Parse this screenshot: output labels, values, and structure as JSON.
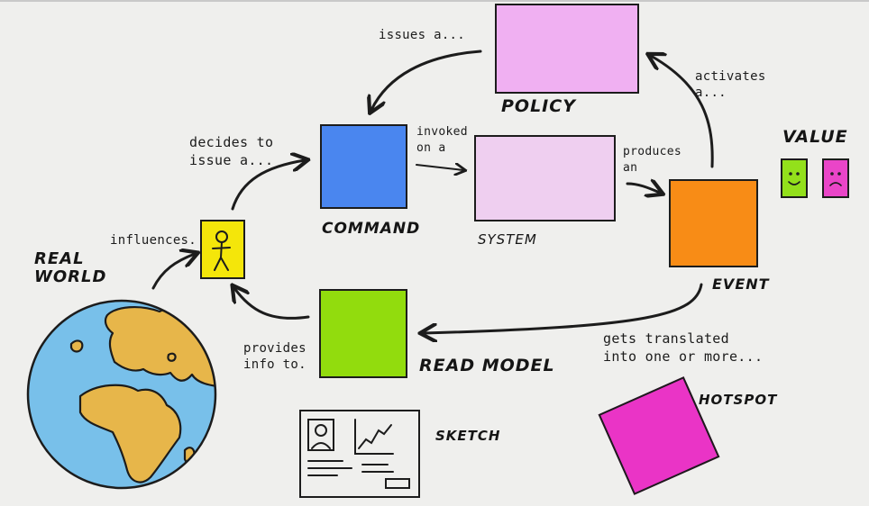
{
  "colors": {
    "background": "#efefed",
    "policy": "#f0b0f2",
    "command": "#4a86ef",
    "system": "#efcff0",
    "event": "#f88c16",
    "read_model": "#92dc0d",
    "actor": "#f4e60a",
    "value_good": "#93e01b",
    "value_bad": "#ea45c8",
    "hotspot": "#ea34c6",
    "ocean": "#78c0ea",
    "land": "#e7b64a",
    "ink": "#1c1c1c"
  },
  "nodes": {
    "policy": "POLICY",
    "command": "COMMAND",
    "system": "SYSTEM",
    "event": "EVENT",
    "read_model": "READ MODEL",
    "value": "VALUE",
    "hotspot": "HOTSPOT",
    "sketch": "SKETCH",
    "real_world": "REAL\nWORLD"
  },
  "edges": {
    "issues": "issues a...",
    "invoked": "invoked\non a",
    "produces": "produces\nan",
    "activates": "activates\na...",
    "translated": "gets translated\ninto one or more...",
    "provides": "provides\ninfo to.",
    "influences": "influences.",
    "decides": "decides to\nissue a..."
  },
  "icons": {
    "actor": "stick-figure-icon",
    "value_good": "smiley-face-icon",
    "value_bad": "sad-face-icon",
    "globe": "globe-icon",
    "sketch": "wireframe-sketch-icon"
  }
}
